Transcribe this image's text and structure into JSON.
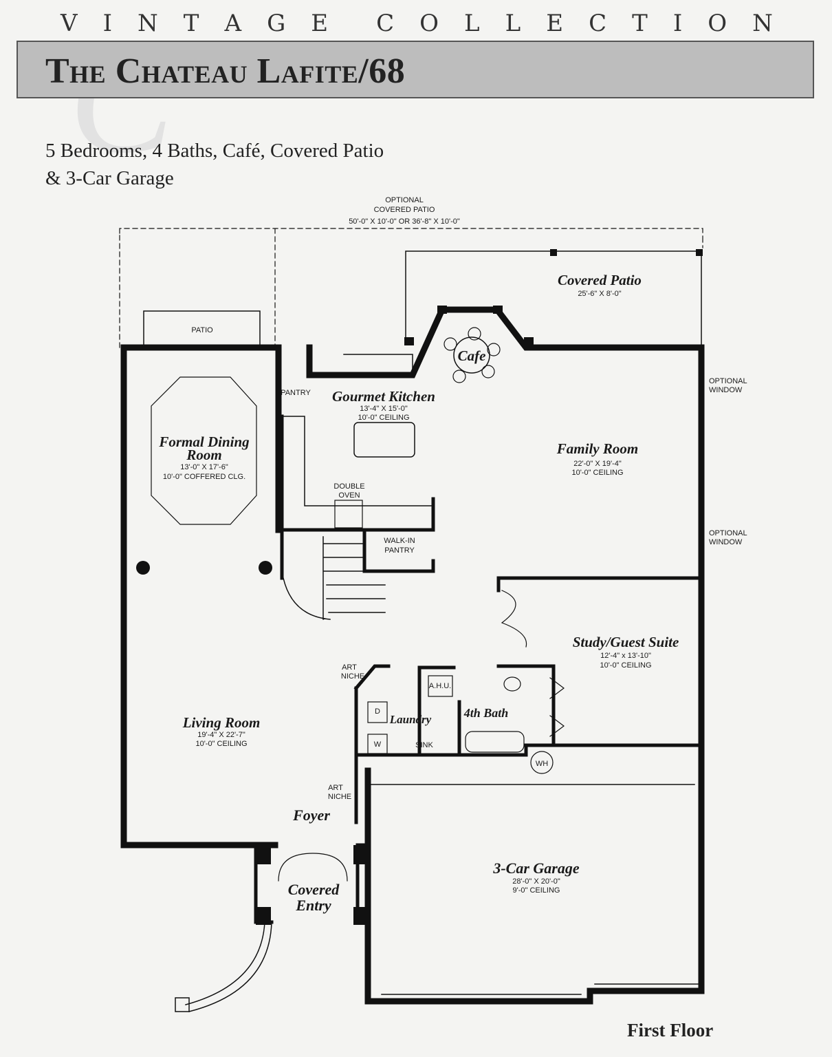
{
  "header": {
    "collection": [
      "V",
      "I",
      "N",
      "T",
      "A",
      "G",
      "E",
      " ",
      "C",
      "O",
      "L",
      "L",
      "E",
      "C",
      "T",
      "I",
      "O",
      "N"
    ],
    "monogram": "C",
    "title": "The Chateau Lafite/68",
    "subtitle_line1": "5 Bedrooms, 4 Baths, Café, Covered Patio",
    "subtitle_line2": "& 3-Car Garage"
  },
  "plan": {
    "optional_patio": [
      "OPTIONAL",
      "COVERED PATIO",
      "50'-0\" X 10'-0\" OR 36'-8\" X 10'-0\""
    ],
    "patio": "PATIO",
    "covered_patio": {
      "name": "Covered Patio",
      "dims": "25'-6\" X 8'-0\""
    },
    "cafe": "Cafe",
    "pantry": "PANTRY",
    "kitchen": {
      "name": "Gourmet Kitchen",
      "dims": "13'-4\" X 15'-0\"",
      "ceiling": "10'-0\" CEILING"
    },
    "dining": {
      "name1": "Formal Dining",
      "name2": "Room",
      "dims": "13'-0\" X 17'-6\"",
      "ceiling": "10'-0\" COFFERED CLG."
    },
    "double_oven": [
      "DOUBLE",
      "OVEN"
    ],
    "walkin_pantry": [
      "WALK-IN",
      "PANTRY"
    ],
    "family": {
      "name": "Family Room",
      "dims": "22'-0\" X 19'-4\"",
      "ceiling": "10'-0\" CEILING"
    },
    "optional_window": [
      "OPTIONAL",
      "WINDOW"
    ],
    "study": {
      "name": "Study/Guest Suite",
      "dims": "12'-4\" x 13'-10\"",
      "ceiling": "10'-0\" CEILING"
    },
    "art_niche": [
      "ART",
      "NICHE"
    ],
    "ahu": "A.H.U.",
    "laundry": "Laundry",
    "bath4": "4th Bath",
    "dryer": "D",
    "washer": "W",
    "sink": "SINK",
    "wh": "WH",
    "living": {
      "name": "Living Room",
      "dims": "19'-4\" X 22'-7\"",
      "ceiling": "10'-0\" CEILING"
    },
    "foyer": "Foyer",
    "covered_entry": [
      "Covered",
      "Entry"
    ],
    "garage": {
      "name": "3-Car Garage",
      "dims": "28'-0\" X 20'-0\"",
      "ceiling": "9'-0\" CEILING"
    }
  },
  "floor_label": "First Floor",
  "colors": {
    "band": "#bdbdbd",
    "wall": "#111111",
    "paper": "#f4f4f2"
  }
}
